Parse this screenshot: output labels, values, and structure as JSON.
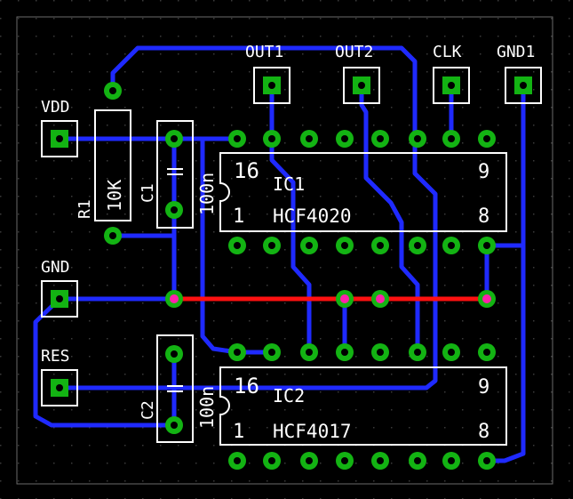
{
  "colors": {
    "background": "#000000",
    "grid": "#2a2a2a",
    "silkscreen": "#ffffff",
    "trace_bottom": "#1f2aff",
    "trace_top": "#ff1111",
    "pad": "#13b313",
    "via_ring": "#ff22aa"
  },
  "connectors": {
    "vdd": "VDD",
    "gnd": "GND",
    "res": "RES",
    "out1": "OUT1",
    "out2": "OUT2",
    "clk": "CLK",
    "gnd1": "GND1"
  },
  "r1": {
    "ref": "R1",
    "value": "10K"
  },
  "c1": {
    "ref": "C1",
    "value": "100n"
  },
  "c2": {
    "ref": "C2",
    "value": "100n"
  },
  "ic1": {
    "ref": "IC1",
    "part": "HCF4020",
    "pin16": "16",
    "pin1": "1",
    "pin9": "9",
    "pin8": "8"
  },
  "ic2": {
    "ref": "IC2",
    "part": "HCF4017",
    "pin16": "16",
    "pin1": "1",
    "pin9": "9",
    "pin8": "8"
  }
}
